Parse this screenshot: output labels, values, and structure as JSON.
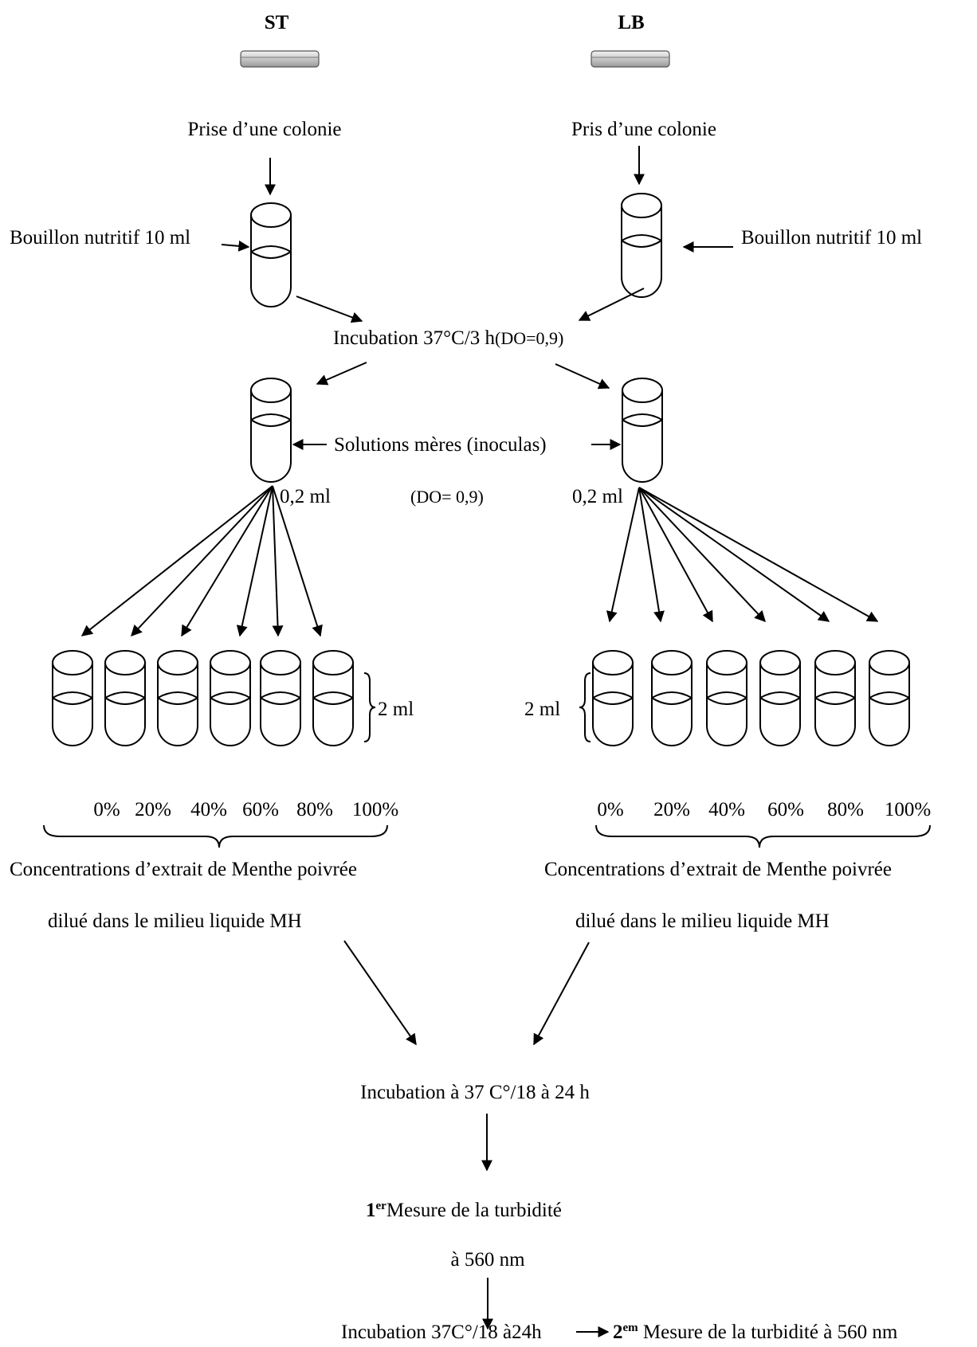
{
  "strains": {
    "left": "ST",
    "right": "LB"
  },
  "steps": {
    "left_colony": "Prise d’une colonie",
    "right_colony": "Pris d’une colonie",
    "broth": "Bouillon nutritif 10 ml",
    "incubation1_main": "Incubation 37°C/3 h",
    "incubation1_do": "(DO=0,9)",
    "stock_solutions": "Solutions mères (inoculas)",
    "volume_inoculum": "0,2 ml",
    "do_center": "(DO= 0,9)",
    "tube_volume": "2 ml",
    "concentrations": [
      "0%",
      "20%",
      "40%",
      "60%",
      "80%",
      "100%"
    ],
    "conc_caption_line1": "Concentrations d’extrait de Menthe poivrée",
    "conc_caption_line2": "dilué dans le milieu liquide  MH",
    "incubation2": "Incubation à 37 C°/18 à 24 h",
    "measure1_num": "1",
    "measure1_sup": "er",
    "measure1_text": "Mesure de la  turbidité",
    "measure1_wavelength": "à 560 nm",
    "incubation3": "Incubation 37C°/18 à24h",
    "measure2_num": "2",
    "measure2_sup": "em",
    "measure2_text": " Mesure de la turbidité à 560 nm"
  }
}
